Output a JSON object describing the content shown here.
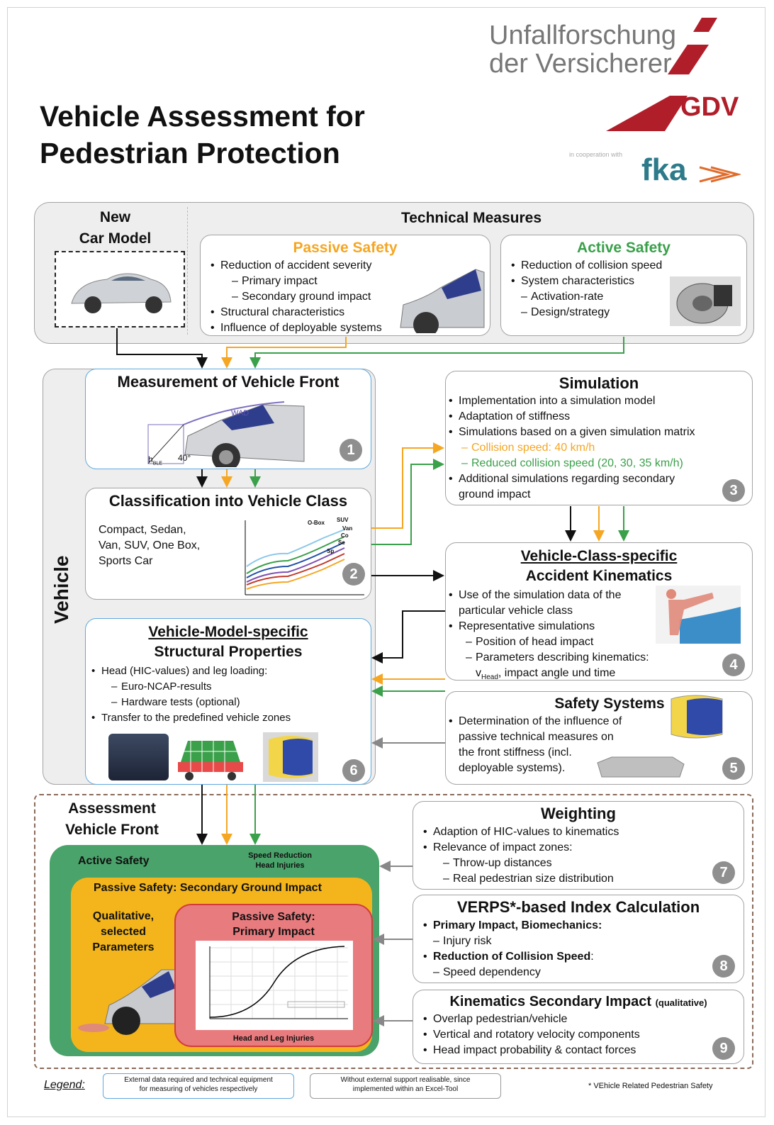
{
  "header": {
    "title_line1": "Vehicle Assessment for",
    "title_line2": "Pedestrian Protection",
    "logo_line1": "Unfallforschung",
    "logo_line2": "der Versicherer",
    "gdv": "GDV",
    "coop": "in cooperation with",
    "fka": "fka"
  },
  "top": {
    "new_car_line1": "New",
    "new_car_line2": "Car Model",
    "technical_measures": "Technical Measures",
    "passive": {
      "title": "Passive Safety",
      "items": [
        "Reduction of accident severity",
        "Primary impact",
        "Secondary ground impact",
        "Structural characteristics",
        "Influence of deployable systems"
      ]
    },
    "active": {
      "title": "Active Safety",
      "items": [
        "Reduction of collision speed",
        "System characteristics",
        "Activation-rate",
        "Design/strategy"
      ]
    }
  },
  "vehicle_label": "Vehicle",
  "step1": {
    "title": "Measurement of Vehicle Front",
    "wad": "WAD",
    "angle": "40°",
    "hble": "h",
    "hble_sub": "BLE",
    "num": "1"
  },
  "step2": {
    "title": "Classification into Vehicle Class",
    "classes": [
      "Compact, Sedan,",
      "Van, SUV, One Box,",
      "Sports Car"
    ],
    "chart_labels": [
      "O-Box",
      "SUV",
      "Van",
      "Co",
      "Se",
      "Sp"
    ],
    "num": "2"
  },
  "step3": {
    "title": "Simulation",
    "items": [
      "Implementation into a simulation model",
      "Adaptation of stiffness",
      "Simulations based on a given simulation matrix",
      "Collision speed: 40 km/h",
      "Reduced collision speed (20, 30, 35 km/h)",
      "Additional simulations regarding secondary",
      "ground impact"
    ],
    "num": "3"
  },
  "step4": {
    "title_line1": "Vehicle-Class-specific",
    "title_line2": "Accident Kinematics",
    "items": [
      "Use of the simulation data of the",
      "particular vehicle class",
      "Representative simulations",
      "Position of head impact",
      "Parameters describing kinematics:",
      "v",
      "Head",
      ", impact angle und time"
    ],
    "num": "4"
  },
  "step5": {
    "title": "Safety Systems",
    "items": [
      "Determination of the influence of",
      "passive technical measures on",
      "the front stiffness (incl.",
      "deployable systems)."
    ],
    "num": "5"
  },
  "step6": {
    "title_line1": "Vehicle-Model-specific",
    "title_line2": "Structural Properties",
    "items": [
      "Head (HIC-values) and leg loading:",
      "Euro-NCAP-results",
      "Hardware tests (optional)",
      "Transfer to the predefined vehicle zones"
    ],
    "num": "6"
  },
  "assessment": {
    "title_line1": "Assessment",
    "title_line2": "Vehicle Front",
    "active": "Active Safety",
    "speed_red_line1": "Speed Reduction",
    "speed_red_line2": "Head Injuries",
    "passive_sec": "Passive Safety: Secondary Ground Impact",
    "qual_line1": "Qualitative,",
    "qual_line2": "selected",
    "qual_line3": "Parameters",
    "primary_line1": "Passive Safety:",
    "primary_line2": "Primary Impact",
    "head_leg": "Head and Leg Injuries"
  },
  "step7": {
    "title": "Weighting",
    "items": [
      "Adaption of HIC-values to kinematics",
      "Relevance of impact zones:",
      "Throw-up distances",
      "Real pedestrian size distribution"
    ],
    "num": "7"
  },
  "step8": {
    "title": "VERPS*-based Index Calculation",
    "items": [
      "Primary Impact, Biomechanics:",
      "Injury risk",
      "Reduction of Collision Speed",
      "Speed dependency"
    ],
    "colon": ":",
    "num": "8"
  },
  "step9": {
    "title": "Kinematics Secondary Impact",
    "title_small": "(qualitative)",
    "items": [
      "Overlap pedestrian/vehicle",
      "Vertical and rotatory velocity components",
      "Head impact probability & contact forces"
    ],
    "num": "9"
  },
  "legend": {
    "label": "Legend:",
    "blue_line1": "External data required and technical equipment",
    "blue_line2": "for measuring of vehicles respectively",
    "gray_line1": "Without external support realisable, since",
    "gray_line2": "implemented within an Excel-Tool",
    "footnote": "* VEhicle Related Pedestrian Safety"
  },
  "colors": {
    "orange": "#f5a623",
    "green": "#3aa04a",
    "blue_border": "#5ea9dd",
    "assess_green": "#4aa36a",
    "assess_yellow": "#f3b51b",
    "assess_red": "#e87b7e",
    "gdv_red": "#b01e2a"
  }
}
